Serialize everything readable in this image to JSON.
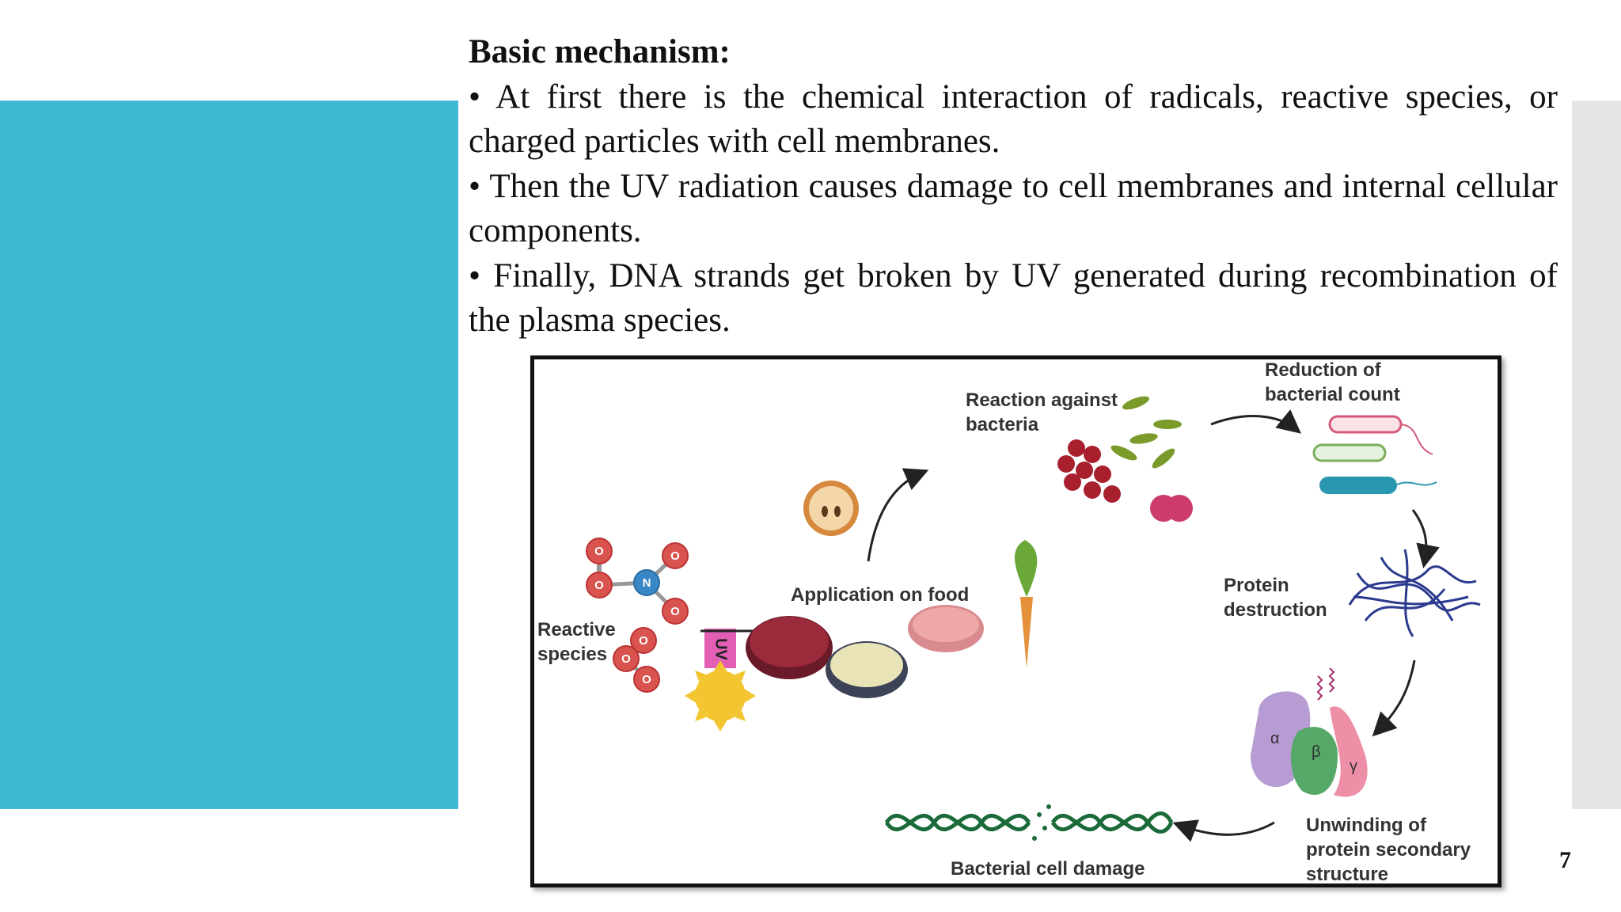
{
  "slide": {
    "heading": "Basic mechanism:",
    "bullets": [
      "• At first there is the chemical interaction of radicals, reactive species, or charged particles with cell membranes.",
      "• Then the UV radiation causes damage to cell membranes and internal cellular components.",
      "• Finally, DNA strands get broken by UV generated during recombination of the plasma species."
    ],
    "page_number": "7"
  },
  "figure": {
    "labels": {
      "reaction_against_bacteria": "Reaction against\nbacteria",
      "reduction_of_bacterial_count": "Reduction of\nbacterial count",
      "protein_destruction": "Protein\ndestruction",
      "application_on_food": "Application on food",
      "reactive_species": "Reactive\nspecies",
      "unwinding_of_protein": "Unwinding of\nprotein secondary\nstructure",
      "bacterial_cell_damage": "Bacterial cell damage",
      "uv": "UV",
      "atom_o": "O",
      "atom_n": "N",
      "alpha": "α",
      "beta": "β",
      "gamma": "γ"
    },
    "colors": {
      "teal_band": "#3fb9d2",
      "oxygen": "#d9534f",
      "nitrogen": "#3a87c8",
      "arrow": "#222222",
      "bacteria_red": "#a8202e",
      "bacteria_green": "#7a9a2a",
      "protein_purple": "#b79bd3",
      "protein_green": "#55a868",
      "protein_pink": "#ee8fa8",
      "dna_green": "#1b6b3a",
      "sun": "#f2c531",
      "uv_tag": "#e35fb5"
    }
  }
}
